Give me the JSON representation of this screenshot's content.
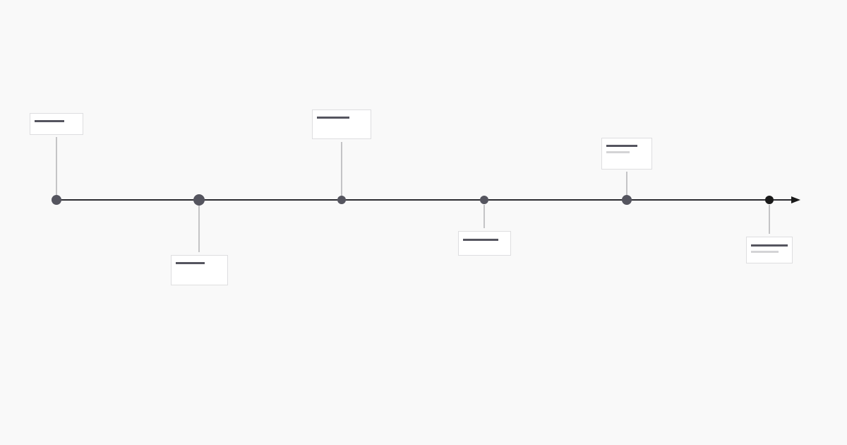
{
  "timeline": {
    "colors": {
      "background": "#f9f9f9",
      "axis": "#2b2b30",
      "marker": "#55555f",
      "marker_final": "#1a1a1a",
      "connector": "#c4c4c6",
      "title_placeholder": "#55555f",
      "subtitle_placeholder": "#d4d4d6"
    },
    "events": [
      {
        "marker": "default",
        "title_placeholder": true,
        "subtitle_placeholder": false
      },
      {
        "marker": "default",
        "title_placeholder": true,
        "subtitle_placeholder": false
      },
      {
        "marker": "default",
        "title_placeholder": true,
        "subtitle_placeholder": false
      },
      {
        "marker": "default",
        "title_placeholder": true,
        "subtitle_placeholder": false
      },
      {
        "marker": "default",
        "title_placeholder": true,
        "subtitle_placeholder": true
      },
      {
        "marker": "final",
        "title_placeholder": true,
        "subtitle_placeholder": true
      }
    ]
  }
}
